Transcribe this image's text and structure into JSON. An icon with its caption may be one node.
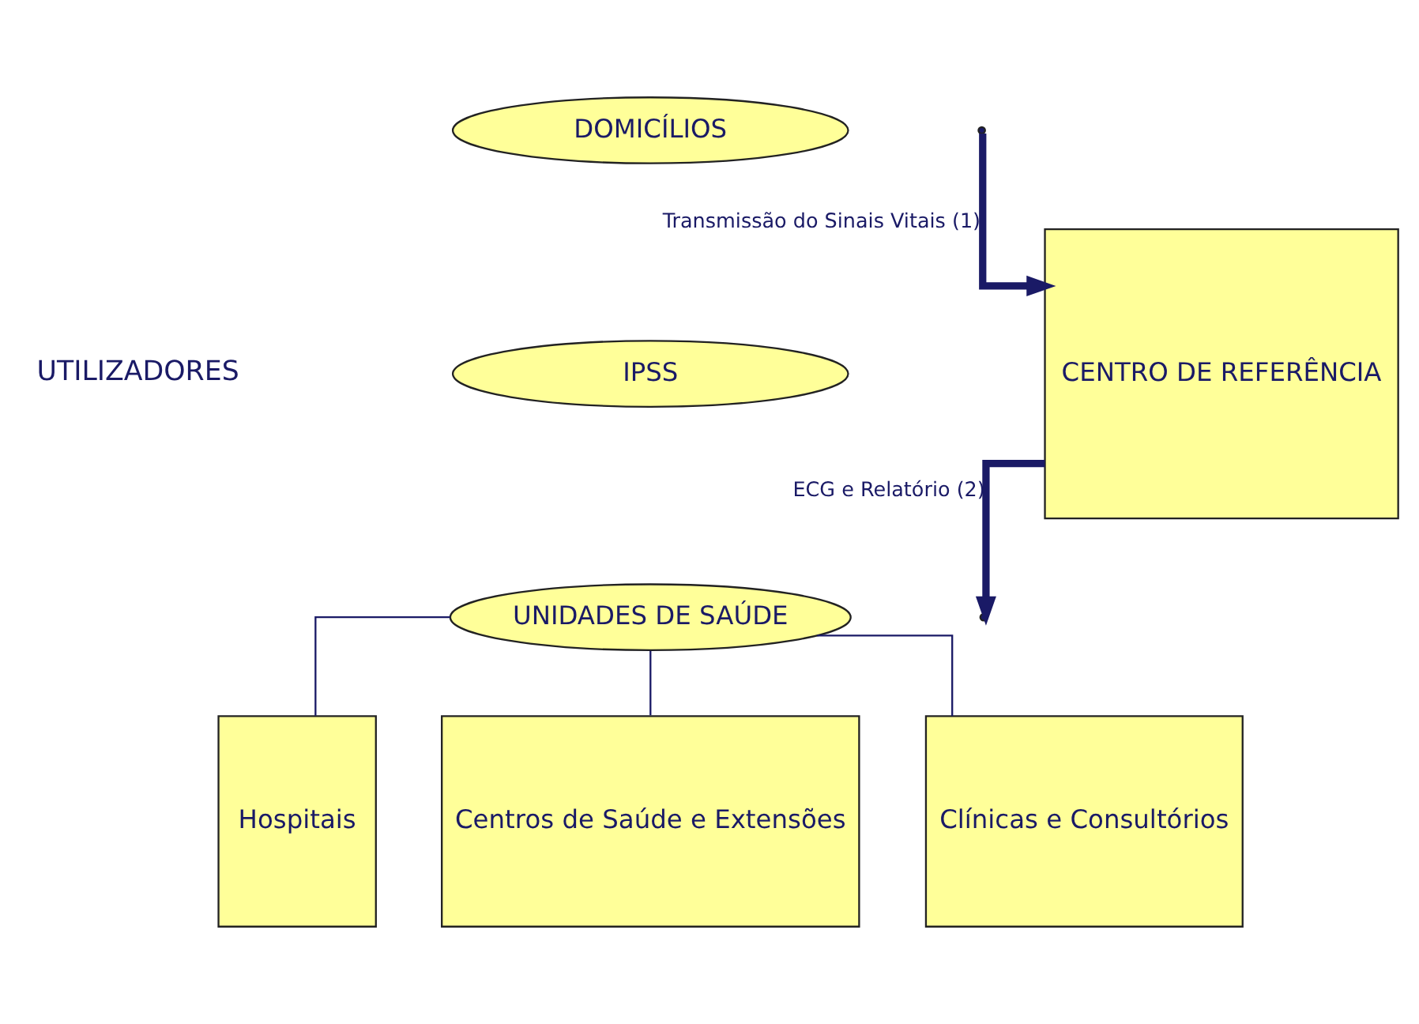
{
  "diagram": {
    "nodes": [
      {
        "text": [
          "DOMICÍLIOS"
        ]
      },
      {
        "text": [
          "IPSS"
        ]
      },
      {
        "text": [
          "UNIDADES DE SAÚDE"
        ]
      },
      {
        "text": [
          "CENTRO DE REFERÊNCIA"
        ]
      },
      {
        "text": [
          "Hospitais"
        ]
      },
      {
        "text": [
          "Centros de Saúde e Extensões"
        ]
      },
      {
        "text": [
          "Clínicas e Consultórios"
        ]
      }
    ],
    "edges": [
      {
        "from": null,
        "to": 3,
        "arrow": "to",
        "label": "Transmissão do Sinais Vitais (1)",
        "style": "thick"
      },
      {
        "from": 3,
        "to": null,
        "arrow": "to",
        "label": "ECG e Relatório (2)",
        "style": "thick"
      },
      {
        "from": 2,
        "to": 4,
        "arrow": "none"
      },
      {
        "from": 2,
        "to": 5,
        "arrow": "none"
      },
      {
        "from": 2,
        "to": 6,
        "arrow": "none"
      }
    ],
    "labels": [
      "UTILIZADORES"
    ]
  }
}
